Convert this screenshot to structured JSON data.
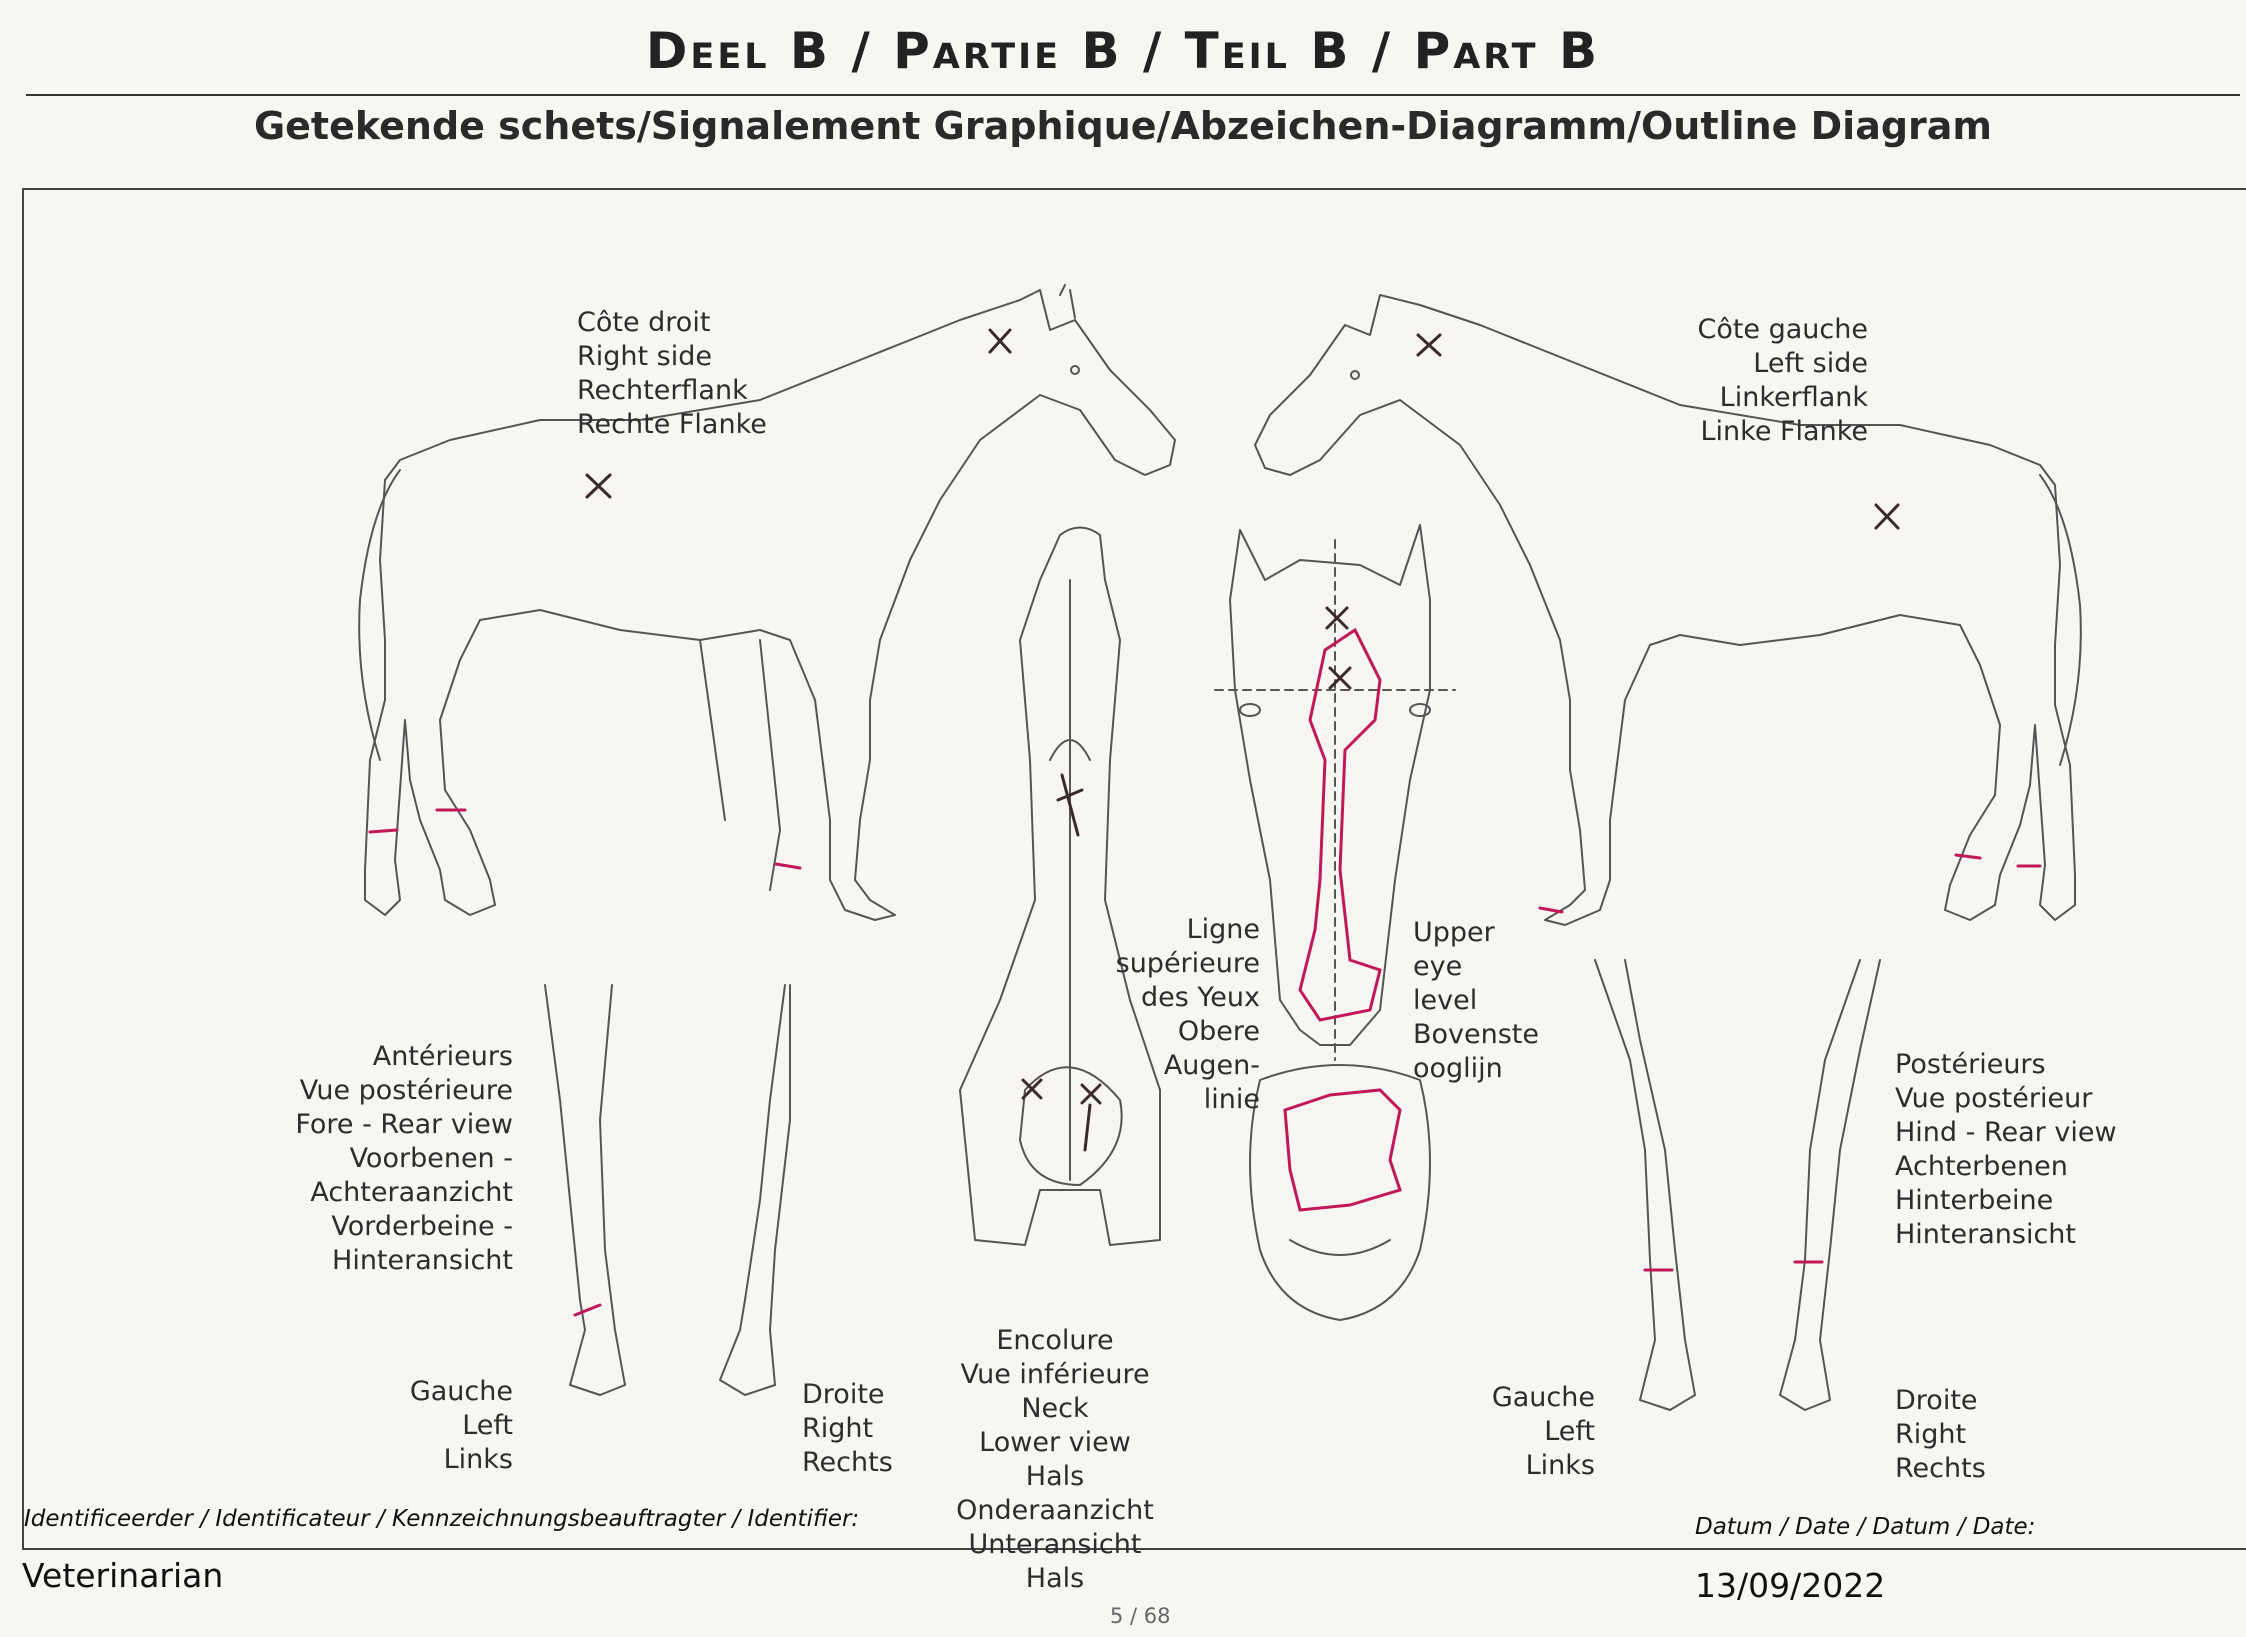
{
  "header": {
    "title": "Deel B / Partie B / Teil B / Part B",
    "subtitle": "Getekende schets/Signalement Graphique/Abzeichen-Diagramm/Outline Diagram"
  },
  "labels": {
    "right_side": [
      "Côte droit",
      "Right side",
      "Rechterflank",
      "Rechte Flanke"
    ],
    "left_side": [
      "Côte gauche",
      "Left side",
      "Linkerflank",
      "Linke Flanke"
    ],
    "eye_line_fr_de": [
      "Ligne",
      "supérieure",
      "des Yeux",
      "Obere",
      "Augen-",
      "linie"
    ],
    "eye_line_en_nl": [
      "Upper",
      "eye",
      "level",
      "Bovenste",
      "ooglijn"
    ],
    "fore_rear": [
      "Antérieurs",
      "Vue postérieure",
      "Fore - Rear view",
      "Voorbenen -",
      "Achteraanzicht",
      "Vorderbeine -",
      "Hinteransicht"
    ],
    "hind_rear": [
      "Postérieurs",
      "Vue postérieur",
      "Hind - Rear view",
      "Achterbenen",
      "Hinterbeine",
      "Hinteransicht"
    ],
    "fore_left": [
      "Gauche",
      "Left",
      "Links"
    ],
    "fore_right": [
      "Droite",
      "Right",
      "Rechts"
    ],
    "hind_left": [
      "Gauche",
      "Left",
      "Links"
    ],
    "hind_right": [
      "Droite",
      "Right",
      "Rechts"
    ],
    "neck": [
      "Encolure",
      "Vue inférieure",
      "Neck",
      "Lower view",
      "Hals",
      "Onderaanzicht",
      "Unteransicht",
      "Hals"
    ]
  },
  "footer": {
    "identifier_label": "Identificeerder / Identificateur / Kennzeichnungsbeauftragter / Identifier:",
    "identifier_value": "Veterinarian",
    "date_label": "Datum / Date / Datum / Date:",
    "date_value": "13/09/2022",
    "page": "5 / 68"
  },
  "colors": {
    "ink": "#333333",
    "marking": "#c2185b",
    "pen": "#3b2a2a"
  }
}
